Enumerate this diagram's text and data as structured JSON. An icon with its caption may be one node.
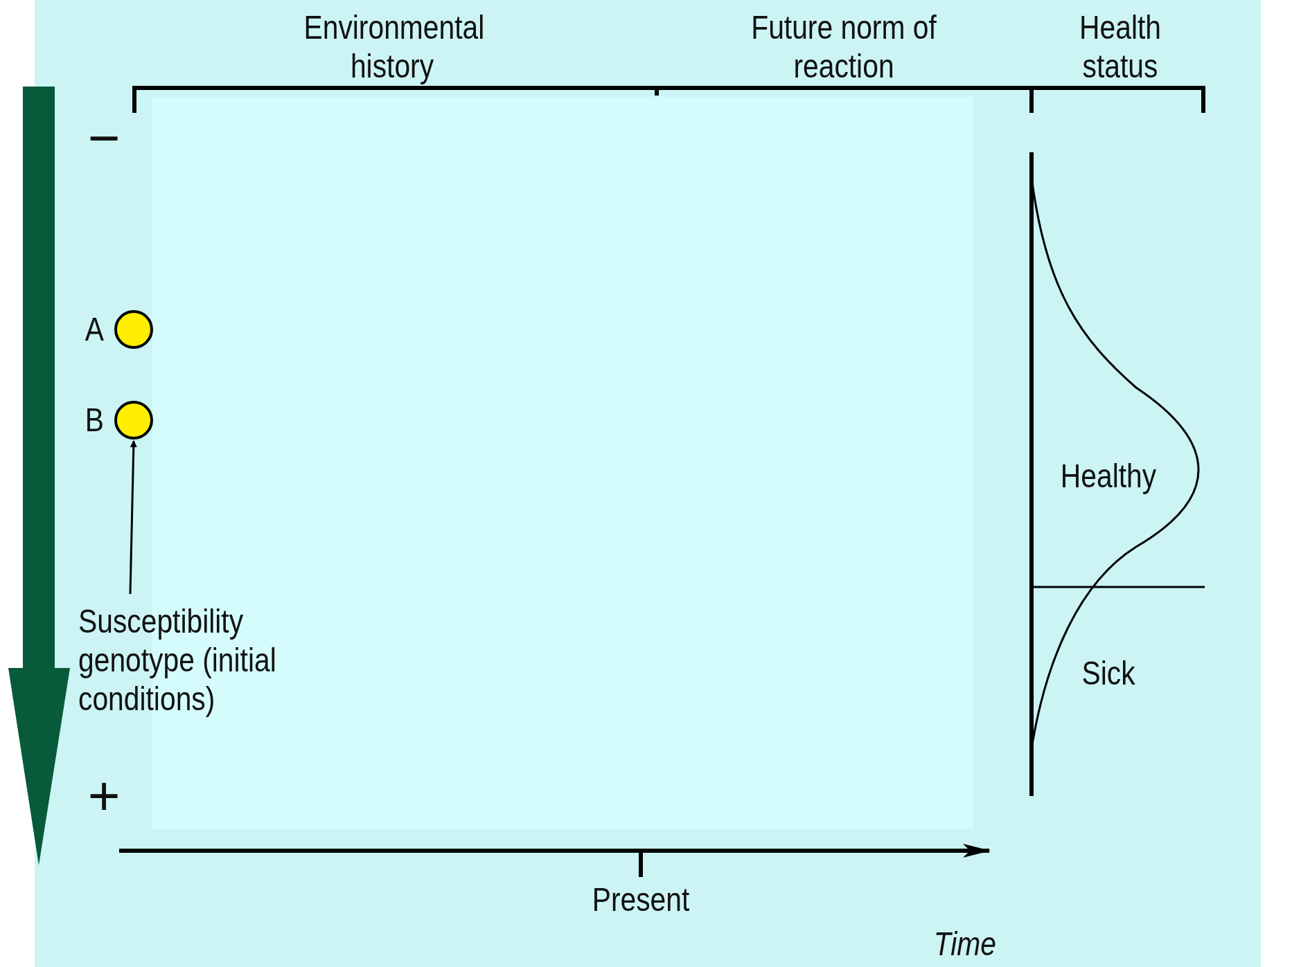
{
  "diagram": {
    "nodes": [
      {
        "text": [],
        "shape": "circle",
        "beside": [
          "A"
        ]
      },
      {
        "text": [],
        "shape": "circle",
        "beside": [
          "B"
        ]
      },
      {
        "text": [
          "Susceptibility genotype (initial conditions)"
        ]
      }
    ],
    "edges": [
      {
        "from": 2,
        "to": 1,
        "arrow": "to"
      }
    ],
    "labels": [
      "Environmental history",
      "Future norm of reaction",
      "Health status",
      "−",
      "+",
      "Healthy",
      "Sick",
      "Present",
      "Time"
    ]
  }
}
